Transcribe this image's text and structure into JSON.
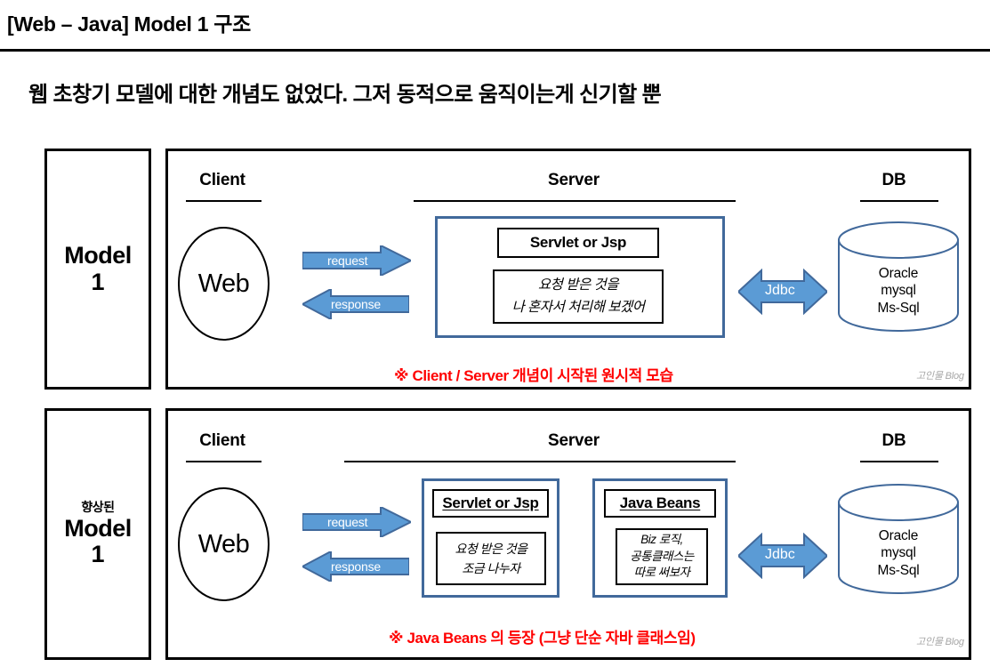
{
  "header": {
    "title": "[Web – Java] Model 1 구조",
    "subtitle": "웹 초창기 모델에 대한 개념도 없었다. 그저 동적으로 움직이는게 신기할 뿐"
  },
  "colors": {
    "arrow_fill": "#5B9BD5",
    "arrow_stroke": "#41699B",
    "server_border": "#41699B",
    "cylinder_stroke": "#41699B",
    "note_red": "#FF0000",
    "watermark_gray": "#A6A6A6"
  },
  "panels": [
    {
      "side_label": {
        "small": "",
        "big": "Model",
        "num": "1"
      },
      "columns": {
        "client": "Client",
        "server": "Server",
        "db": "DB"
      },
      "client": {
        "circle_label": "Web",
        "request_label": "request",
        "response_label": "response"
      },
      "server_blocks": [
        {
          "title": "Servlet or Jsp",
          "title_underline": false,
          "lines": [
            "요청 받은 것을",
            "나 혼자서 처리해 보겠어"
          ]
        }
      ],
      "jdbc_label": "Jdbc",
      "db": {
        "lines": [
          "Oracle",
          "mysql",
          "Ms-Sql"
        ]
      },
      "note": "※ Client / Server 개념이 시작된 원시적 모습",
      "watermark": "고인물 Blog"
    },
    {
      "side_label": {
        "small": "향상된",
        "big": "Model",
        "num": "1"
      },
      "columns": {
        "client": "Client",
        "server": "Server",
        "db": "DB"
      },
      "client": {
        "circle_label": "Web",
        "request_label": "request",
        "response_label": "response"
      },
      "server_blocks": [
        {
          "title": "Servlet or Jsp",
          "title_underline": true,
          "lines": [
            "요청 받은 것을",
            "조금 나누자"
          ]
        },
        {
          "title": "Java Beans",
          "title_underline": true,
          "lines": [
            "Biz 로직,",
            "공통클래스는",
            "따로 써보자"
          ]
        }
      ],
      "jdbc_label": "Jdbc",
      "db": {
        "lines": [
          "Oracle",
          "mysql",
          "Ms-Sql"
        ]
      },
      "note": "※ Java Beans 의 등장 (그냥 단순 자바 클래스임)",
      "watermark": "고인물 Blog"
    }
  ]
}
